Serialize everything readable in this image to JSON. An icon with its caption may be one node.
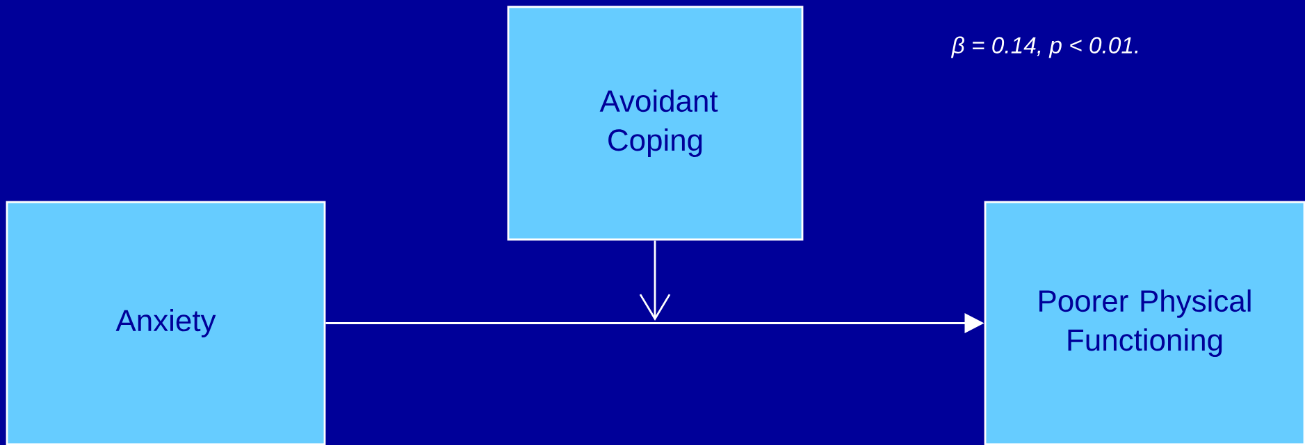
{
  "diagram": {
    "nodes": [
      {
        "text": [
          "Anxiety"
        ]
      },
      {
        "text": [
          "Avoidant Coping"
        ]
      },
      {
        "text": [
          "Poorer Physical Functioning"
        ]
      }
    ],
    "edges": [
      {
        "from": 0,
        "to": 2,
        "arrow": "to"
      },
      {
        "from": 1,
        "to": null,
        "arrow": "to"
      }
    ],
    "labels": [
      "β = 0.14, p < 0.01."
    ]
  }
}
